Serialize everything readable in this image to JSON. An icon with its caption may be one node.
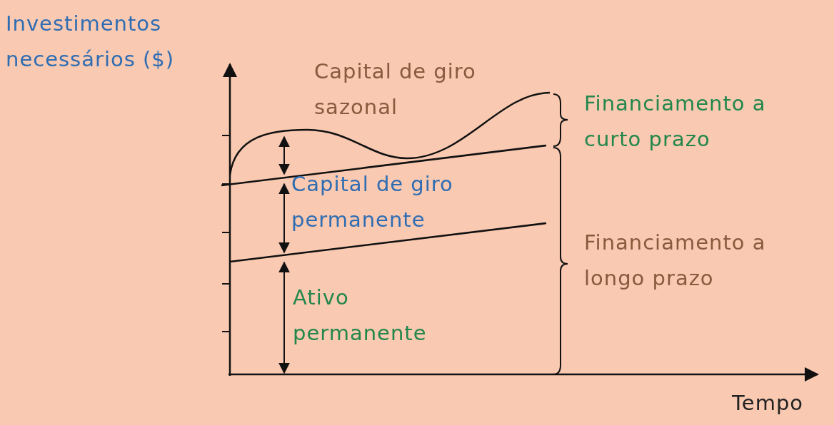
{
  "diagram": {
    "labels": [
      "Investimentos necessários ($)",
      "Capital de giro sazonal",
      "Financiamento a curto prazo",
      "Capital de giro permanente",
      "Financiamento a longo prazo",
      "Ativo permanente",
      "Tempo"
    ]
  }
}
